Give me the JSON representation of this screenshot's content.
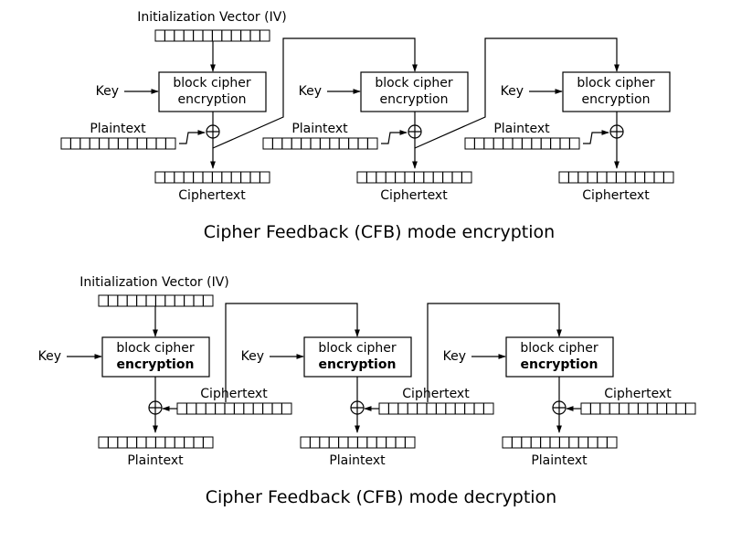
{
  "encryption": {
    "title": "Cipher Feedback (CFB) mode encryption",
    "iv_label": "Initialization Vector (IV)",
    "stages": [
      {
        "key": "Key",
        "box_line1": "block cipher",
        "box_line2": "encryption",
        "input_label": "Plaintext",
        "output_label": "Ciphertext"
      },
      {
        "key": "Key",
        "box_line1": "block cipher",
        "box_line2": "encryption",
        "input_label": "Plaintext",
        "output_label": "Ciphertext"
      },
      {
        "key": "Key",
        "box_line1": "block cipher",
        "box_line2": "encryption",
        "input_label": "Plaintext",
        "output_label": "Ciphertext"
      }
    ]
  },
  "decryption": {
    "title": "Cipher Feedback (CFB) mode decryption",
    "iv_label": "Initialization Vector (IV)",
    "stages": [
      {
        "key": "Key",
        "box_line1": "block cipher",
        "box_line2": "encryption",
        "input_label": "Ciphertext",
        "output_label": "Plaintext"
      },
      {
        "key": "Key",
        "box_line1": "block cipher",
        "box_line2": "encryption",
        "input_label": "Ciphertext",
        "output_label": "Plaintext"
      },
      {
        "key": "Key",
        "box_line1": "block cipher",
        "box_line2": "encryption",
        "input_label": "Ciphertext",
        "output_label": "Plaintext"
      }
    ]
  }
}
